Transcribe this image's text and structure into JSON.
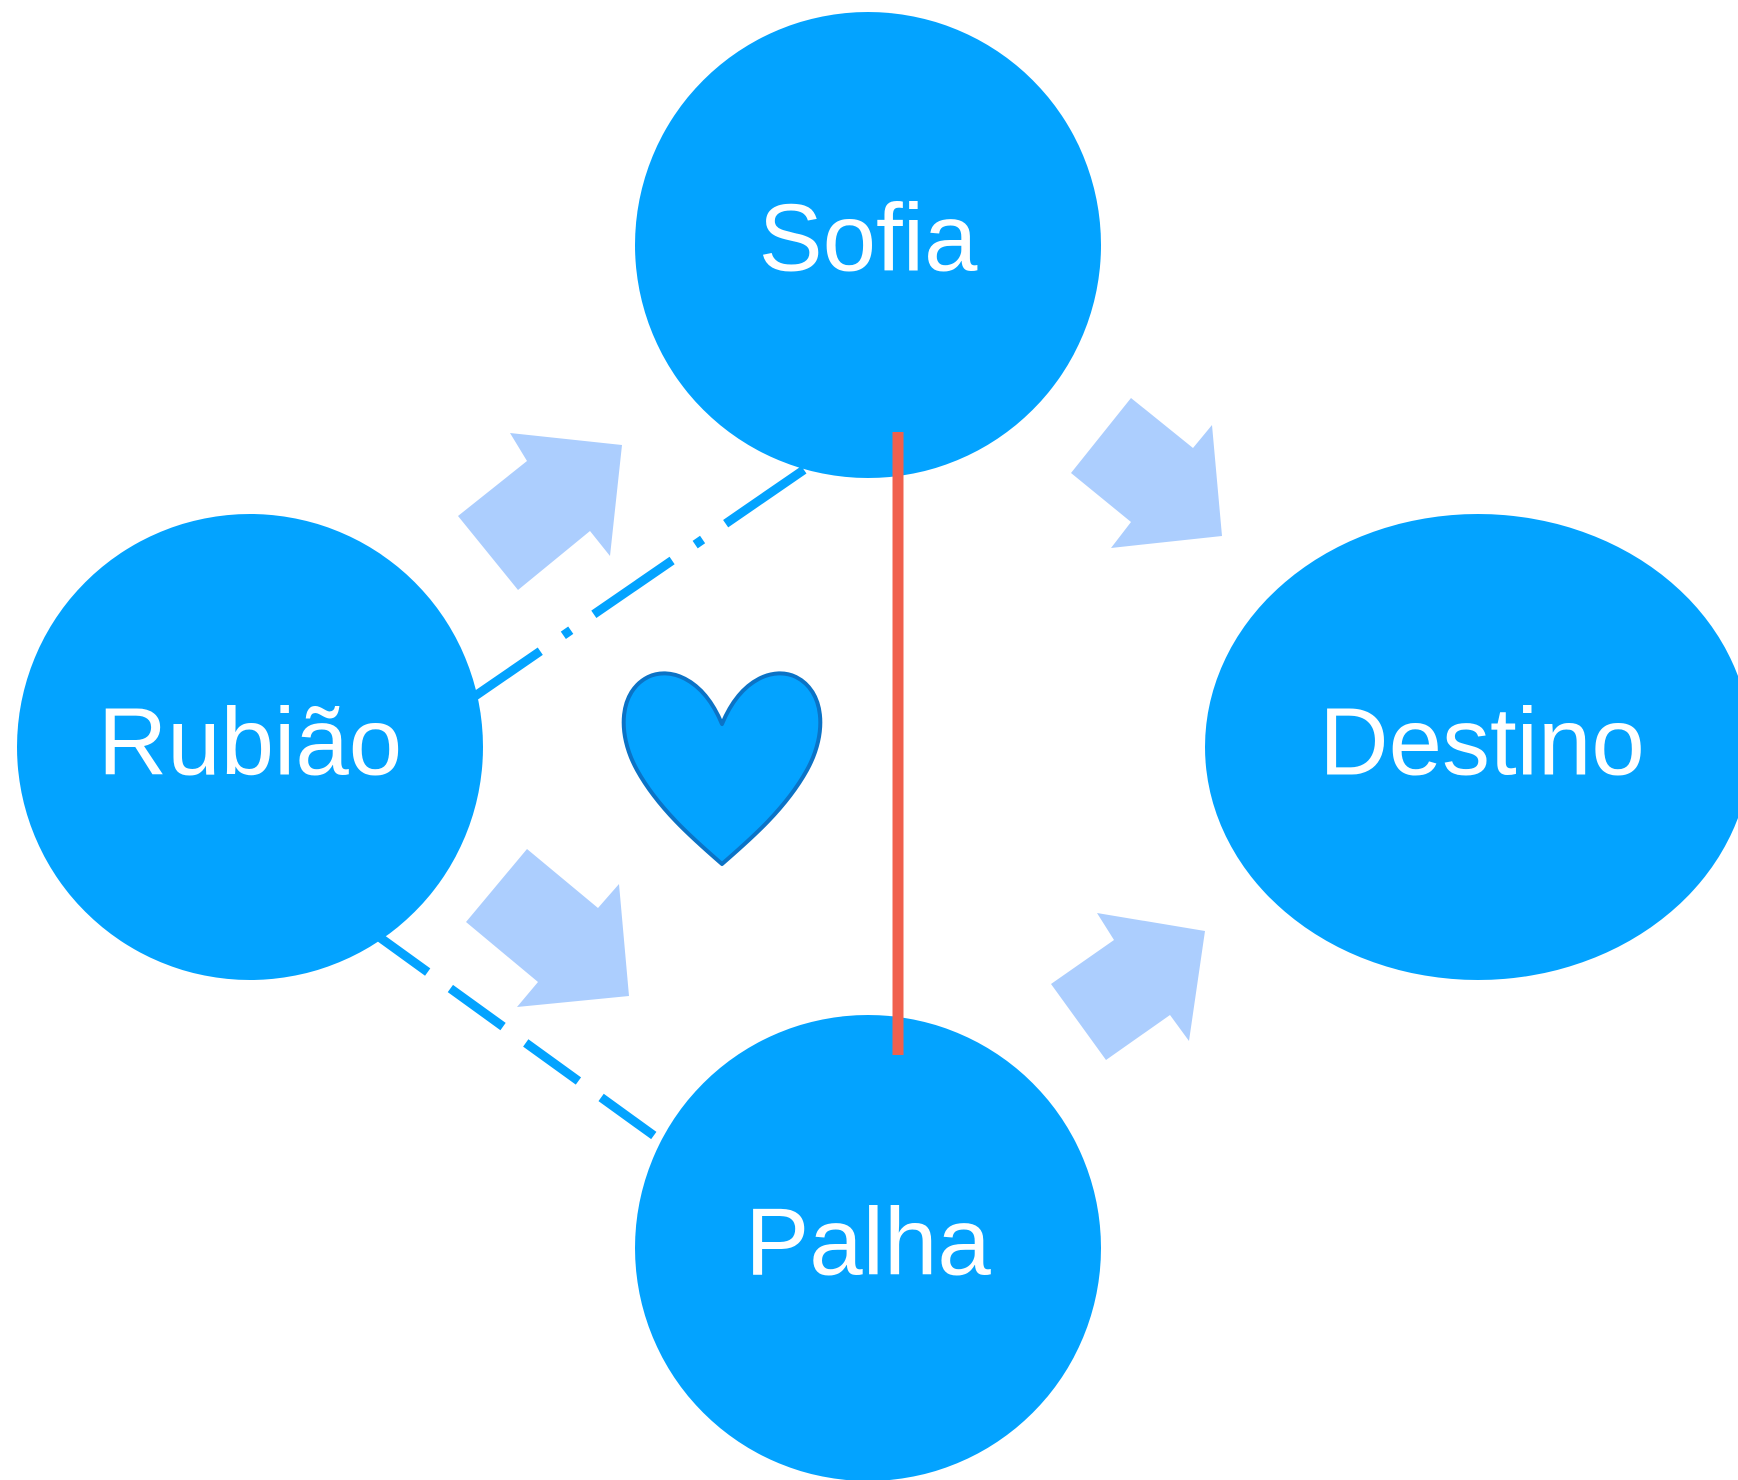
{
  "diagram": {
    "nodes": {
      "sofia": {
        "label": "Sofia"
      },
      "rubiao": {
        "label": "Rubião"
      },
      "destino": {
        "label": "Destino"
      },
      "palha": {
        "label": "Palha"
      }
    },
    "edges": [
      {
        "from": "rubiao",
        "to": "sofia",
        "style": "dash-dot"
      },
      {
        "from": "rubiao",
        "to": "palha",
        "style": "dashed"
      },
      {
        "from": "sofia",
        "to": "palha",
        "style": "solid"
      }
    ],
    "arrows": [
      {
        "from": "rubiao",
        "to": "sofia"
      },
      {
        "from": "rubiao",
        "to": "palha"
      },
      {
        "from": "sofia",
        "to": "destino"
      },
      {
        "from": "palha",
        "to": "destino"
      }
    ],
    "center_icon": "heart-icon",
    "colors": {
      "node_fill": "#03A3FF",
      "node_text": "#FFFFFF",
      "arrow_fill": "#ACCEFE",
      "connector_line": "#03A3FF",
      "divider_line": "#F0604D",
      "heart_fill": "#03A3FF",
      "heart_stroke": "#0B73C6",
      "background": "#FFFFFF"
    }
  }
}
